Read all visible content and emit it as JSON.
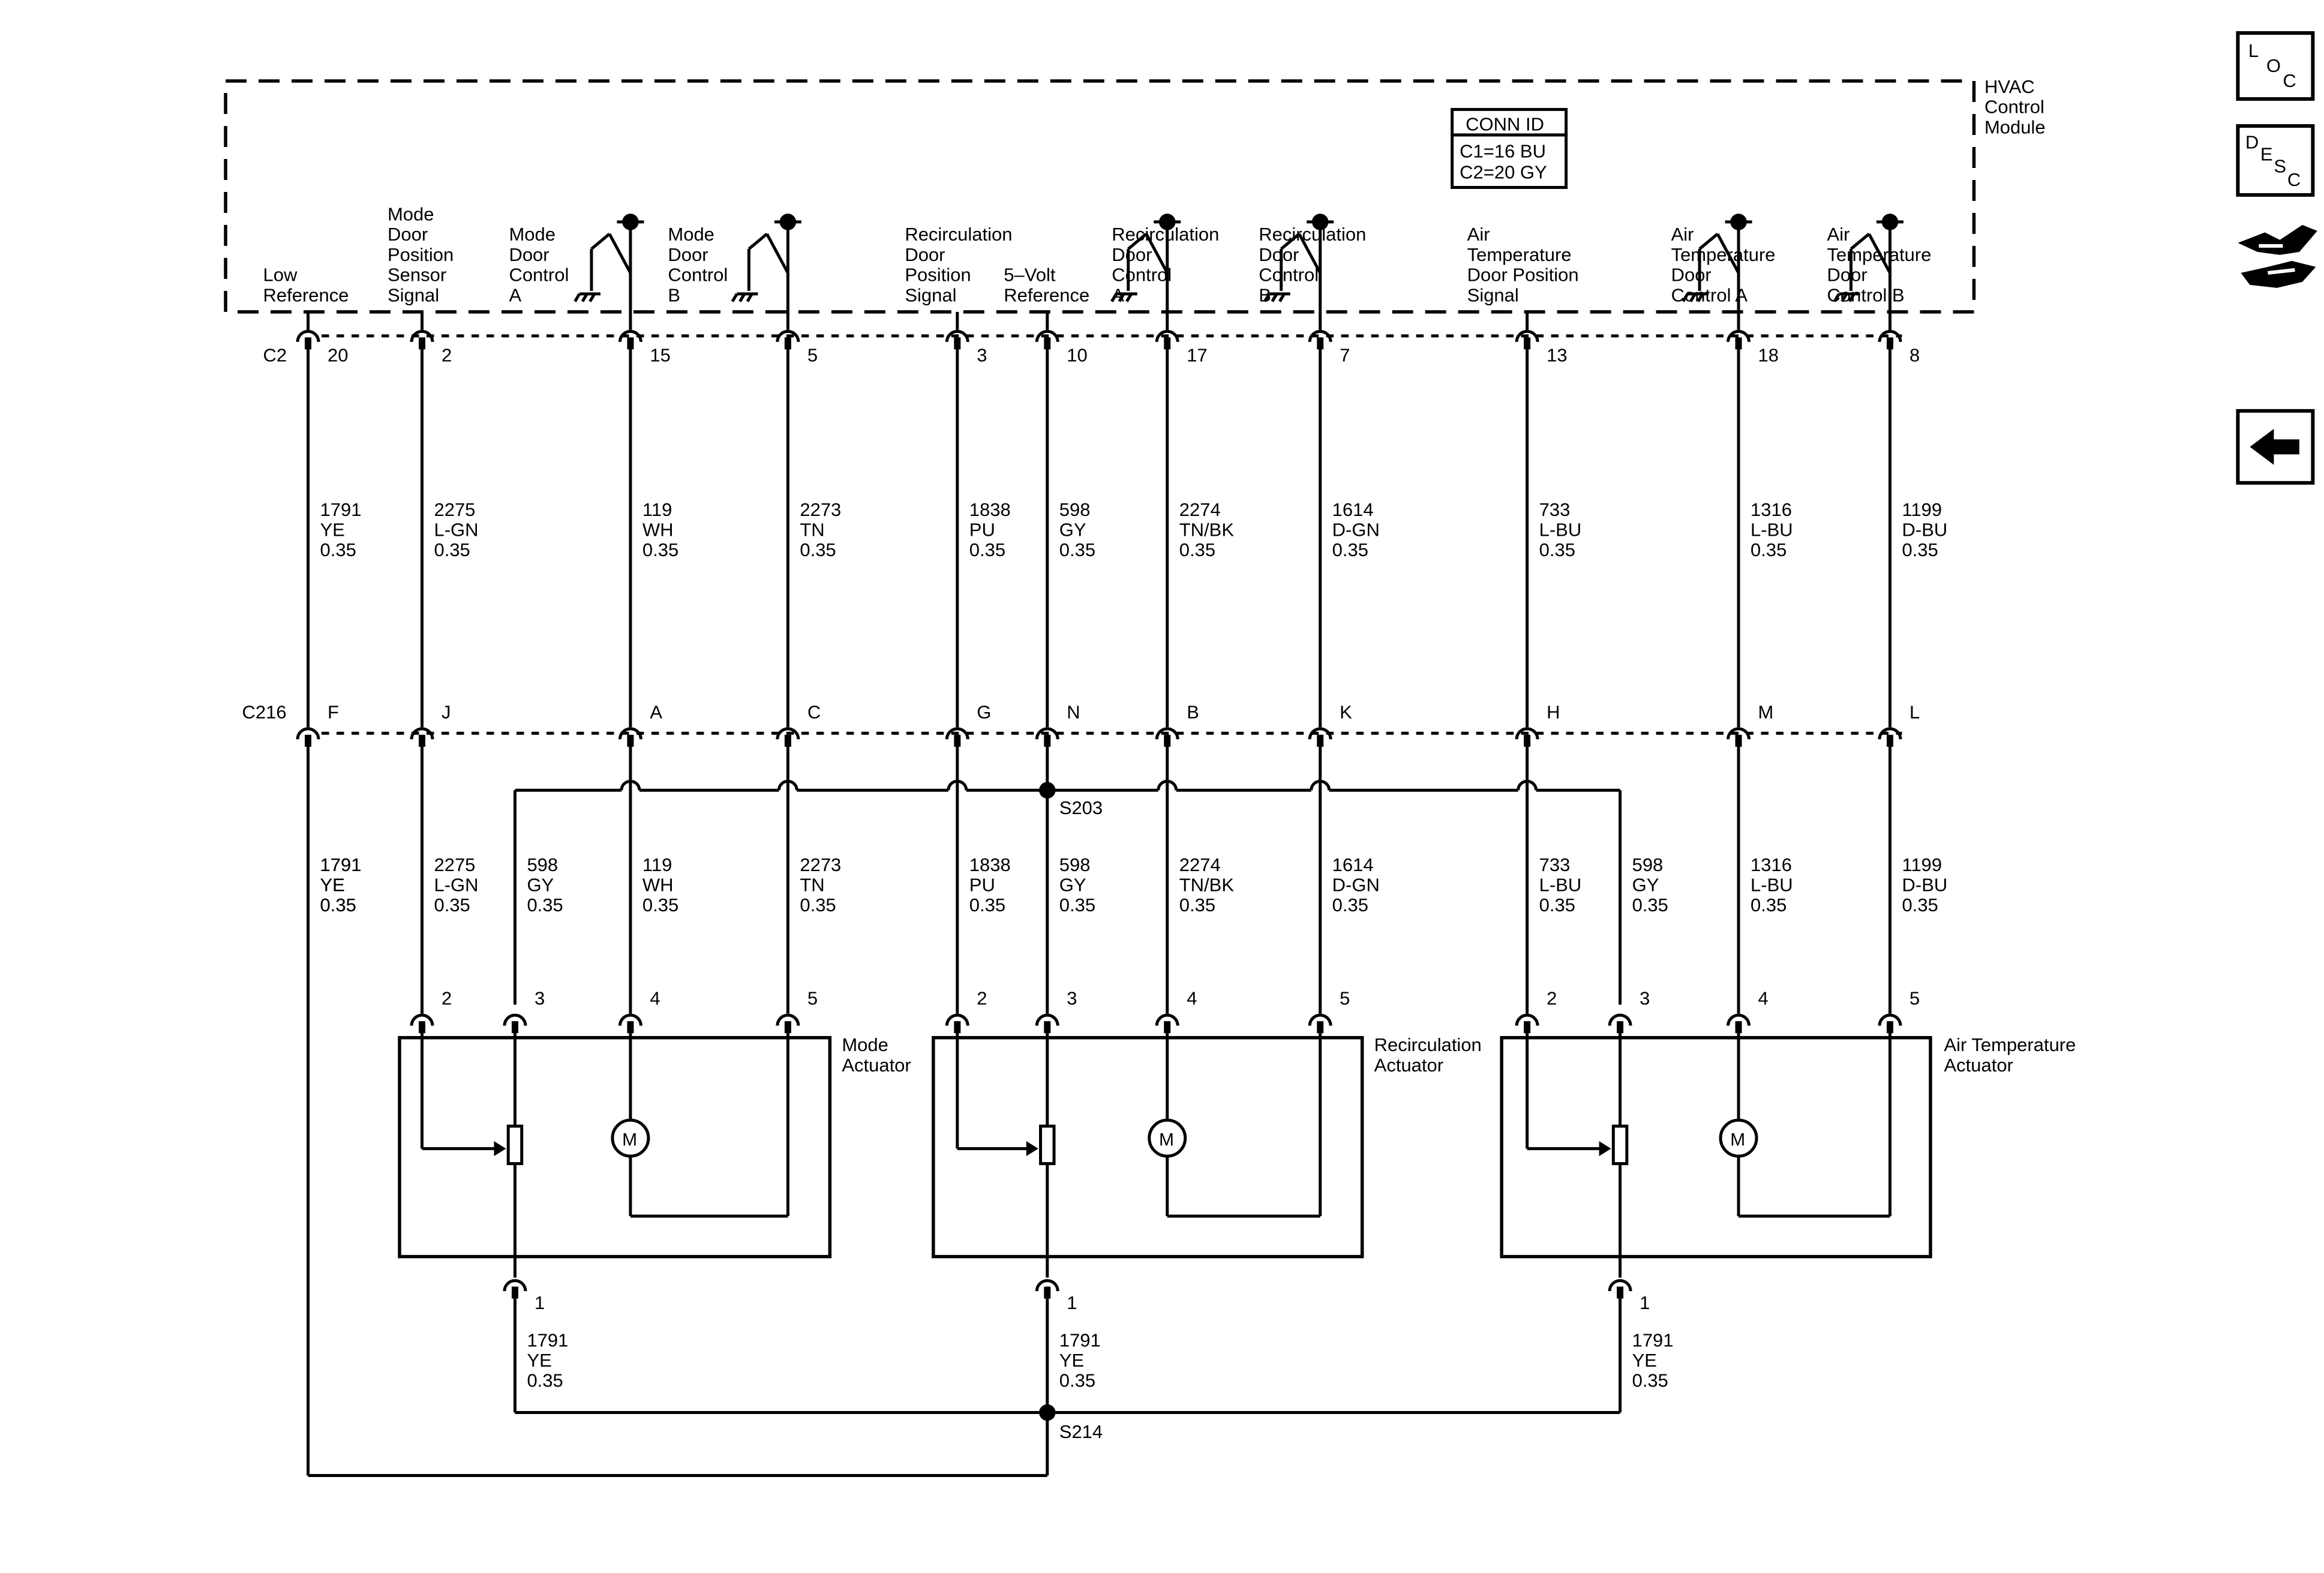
{
  "module": {
    "name_lines": [
      "HVAC",
      "Control",
      "Module"
    ],
    "conn_id": {
      "title": "CONN ID",
      "lines": [
        "C1=16 BU",
        "C2=20 GY"
      ]
    }
  },
  "connectors": {
    "top": "C2",
    "mid": "C216"
  },
  "splices": {
    "upper": "S203",
    "lower": "S214"
  },
  "circuits": [
    {
      "id": "low-reference",
      "label": [
        "Low",
        "Reference"
      ],
      "c2_pin": "20",
      "c216_pin": "F",
      "upper": [
        "1791",
        "YE",
        "0.35"
      ],
      "lower": [
        "1791",
        "YE",
        "0.35"
      ],
      "switch": "none"
    },
    {
      "id": "mode-door-position-sensor-signal",
      "label": [
        "Mode",
        "Door",
        "Position",
        "Sensor",
        "Signal"
      ],
      "c2_pin": "2",
      "c216_pin": "J",
      "upper": [
        "2275",
        "L-GN",
        "0.35"
      ],
      "lower": [
        "2275",
        "L-GN",
        "0.35"
      ],
      "switch": "none"
    },
    {
      "id": "mode-door-control-a",
      "label": [
        "Mode",
        "Door",
        "Control",
        "A"
      ],
      "c2_pin": "15",
      "c216_pin": "A",
      "upper": [
        "119",
        "WH",
        "0.35"
      ],
      "lower": [
        "119",
        "WH",
        "0.35"
      ],
      "switch": "left"
    },
    {
      "id": "mode-door-control-b",
      "label": [
        "Mode",
        "Door",
        "Control",
        "B"
      ],
      "c2_pin": "5",
      "c216_pin": "C",
      "upper": [
        "2273",
        "TN",
        "0.35"
      ],
      "lower": [
        "2273",
        "TN",
        "0.35"
      ],
      "switch": "left"
    },
    {
      "id": "recirculation-door-position-signal",
      "label": [
        "Recirculation",
        "Door",
        "Position",
        "Signal"
      ],
      "c2_pin": "3",
      "c216_pin": "G",
      "upper": [
        "1838",
        "PU",
        "0.35"
      ],
      "lower": [
        "1838",
        "PU",
        "0.35"
      ],
      "switch": "none"
    },
    {
      "id": "five-volt-reference",
      "label": [
        "5–Volt",
        "Reference"
      ],
      "c2_pin": "10",
      "c216_pin": "N",
      "upper": [
        "598",
        "GY",
        "0.35"
      ],
      "lower": [
        "598",
        "GY",
        "0.35"
      ],
      "switch": "none"
    },
    {
      "id": "recirculation-door-control-a",
      "label": [
        "Recirculation",
        "Door",
        "Control",
        "A"
      ],
      "c2_pin": "17",
      "c216_pin": "B",
      "upper": [
        "2274",
        "TN/BK",
        "0.35"
      ],
      "lower": [
        "2274",
        "TN/BK",
        "0.35"
      ],
      "switch": "left"
    },
    {
      "id": "recirculation-door-control-b",
      "label": [
        "Recirculation",
        "Door",
        "Control",
        "B"
      ],
      "c2_pin": "7",
      "c216_pin": "K",
      "upper": [
        "1614",
        "D-GN",
        "0.35"
      ],
      "lower": [
        "1614",
        "D-GN",
        "0.35"
      ],
      "switch": "left"
    },
    {
      "id": "air-temperature-door-position-signal",
      "label": [
        "Air",
        "Temperature",
        "Door Position",
        "Signal"
      ],
      "c2_pin": "13",
      "c216_pin": "H",
      "upper": [
        "733",
        "L-BU",
        "0.35"
      ],
      "lower": [
        "733",
        "L-BU",
        "0.35"
      ],
      "switch": "none"
    },
    {
      "id": "air-temperature-door-control-a",
      "label": [
        "Air",
        "Temperature",
        "Door",
        "Control A"
      ],
      "c2_pin": "18",
      "c216_pin": "M",
      "upper": [
        "1316",
        "L-BU",
        "0.35"
      ],
      "lower": [
        "1316",
        "L-BU",
        "0.35"
      ],
      "switch": "left"
    },
    {
      "id": "air-temperature-door-control-b",
      "label": [
        "Air",
        "Temperature",
        "Door",
        "Control B"
      ],
      "c2_pin": "8",
      "c216_pin": "L",
      "upper": [
        "1199",
        "D-BU",
        "0.35"
      ],
      "lower": [
        "1199",
        "D-BU",
        "0.35"
      ],
      "switch": "left"
    }
  ],
  "ref_branches": [
    {
      "wire": [
        "598",
        "GY",
        "0.35"
      ]
    },
    {
      "wire": [
        "598",
        "GY",
        "0.35"
      ]
    }
  ],
  "actuators": [
    {
      "id": "mode-actuator",
      "name": [
        "Mode",
        "Actuator"
      ],
      "pins": [
        "2",
        "3",
        "4",
        "5"
      ],
      "ground_pin": "1",
      "ground_wire": [
        "1791",
        "YE",
        "0.35"
      ],
      "motor": "M"
    },
    {
      "id": "recirculation-actuator",
      "name": [
        "Recirculation",
        "Actuator"
      ],
      "pins": [
        "2",
        "3",
        "4",
        "5"
      ],
      "ground_pin": "1",
      "ground_wire": [
        "1791",
        "YE",
        "0.35"
      ],
      "motor": "M"
    },
    {
      "id": "air-temperature-actuator",
      "name": [
        "Air Temperature",
        "Actuator"
      ],
      "pins": [
        "2",
        "3",
        "4",
        "5"
      ],
      "ground_pin": "1",
      "ground_wire": [
        "1791",
        "YE",
        "0.35"
      ],
      "motor": "M"
    }
  ],
  "side_buttons": [
    {
      "id": "loc",
      "icon": "loc-icon",
      "letters": [
        "L",
        "O",
        "C"
      ]
    },
    {
      "id": "desc",
      "icon": "desc-icon",
      "letters": [
        "D",
        "E",
        "S",
        "C"
      ]
    },
    {
      "id": "connector-list",
      "icon": "connector-hand-icon"
    },
    {
      "id": "back",
      "icon": "back-arrow-icon"
    }
  ]
}
